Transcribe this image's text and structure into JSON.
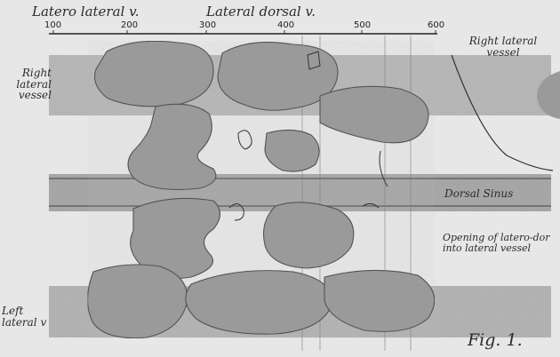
{
  "figure": {
    "caption": "Fig. 1.",
    "labels": {
      "latero_lateral": "Latero lateral v.",
      "lateral_dorsal": "Lateral dorsal v.",
      "right_lateral_left": "Right\nlateral\nvessel",
      "right_lateral_right": "Right lateral\nvessel",
      "dorsal_sinus": "Dorsal Sinus",
      "opening": "Opening of latero-dor\ninto lateral vessel",
      "left_lateral": "Left\nlateral v"
    },
    "scale_ticks": [
      "100",
      "200",
      "300",
      "400",
      "500",
      "600"
    ]
  }
}
